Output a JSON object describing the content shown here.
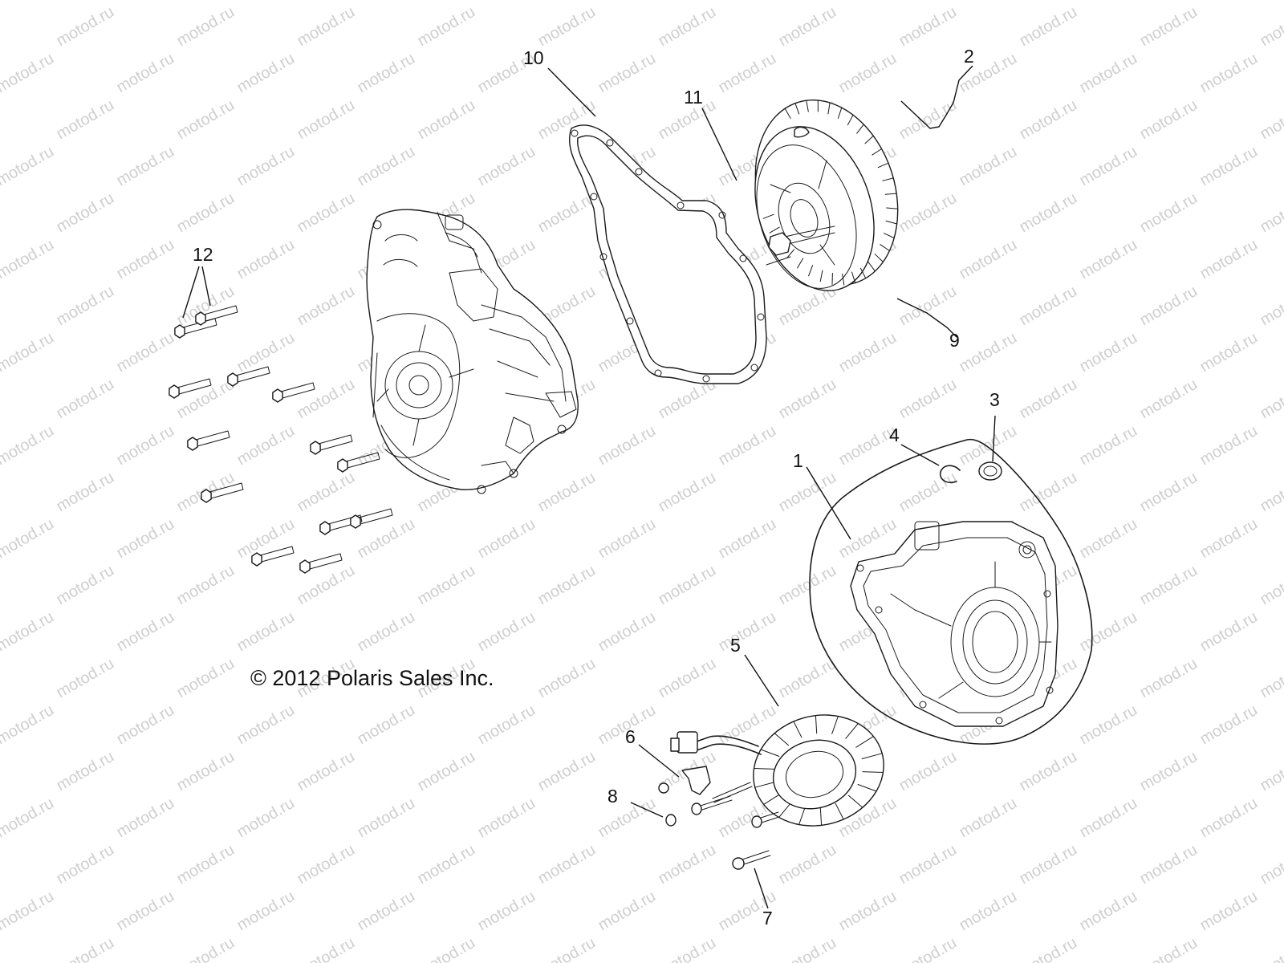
{
  "watermark": "motod.ru",
  "copyright": "© 2012 Polaris Sales Inc.",
  "callouts": [
    "1",
    "2",
    "3",
    "4",
    "5",
    "6",
    "7",
    "8",
    "9",
    "10",
    "11",
    "12"
  ],
  "parts": [
    "stator-cover-assembly",
    "key",
    "bearing",
    "retaining-ring",
    "stator",
    "bracket",
    "screw",
    "screw",
    "flywheel",
    "gasket",
    "bolt",
    "cover-bolt"
  ]
}
